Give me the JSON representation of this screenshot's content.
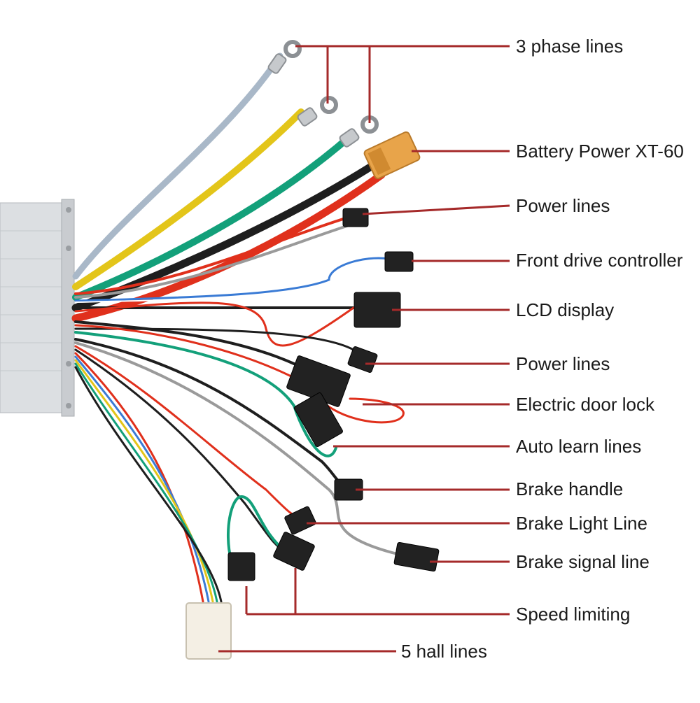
{
  "labels": {
    "phase": "3 phase lines",
    "battery": "Battery Power XT-60",
    "power1": "Power lines",
    "front_drive": "Front drive controller",
    "lcd": "LCD display",
    "power2": "Power lines",
    "door_lock": "Electric door lock",
    "auto_learn": "Auto learn lines",
    "brake_handle": "Brake handle",
    "brake_light": "Brake Light Line",
    "brake_signal": "Brake signal line",
    "speed_limit": "Speed limiting",
    "hall": "5 hall lines"
  },
  "colors": {
    "leader": "#a52a2a",
    "housing": "#d9dcdf",
    "wire_blue_gray": "#a9b8c8",
    "wire_yellow": "#e3c51a",
    "wire_green": "#13a07a",
    "wire_black": "#1e1e1e",
    "wire_red": "#e0301c",
    "connector": "#222222",
    "xt60": "#e8a44a"
  }
}
